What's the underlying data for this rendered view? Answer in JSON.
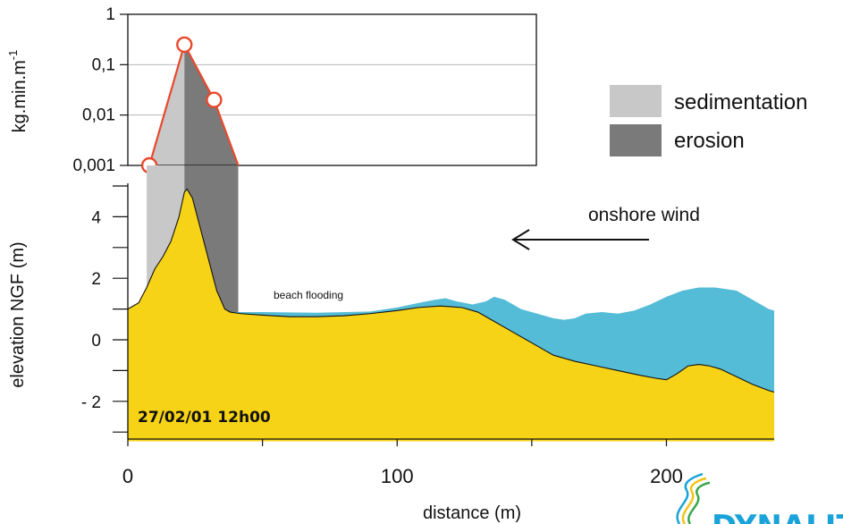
{
  "chart_data": [
    {
      "type": "line",
      "ylabel": "kg.min.m",
      "ylabel_superscript": "-1",
      "yscale": "log",
      "ylim": [
        0.001,
        1
      ],
      "yticks": [
        "0,001",
        "0,01",
        "0,1",
        "1"
      ],
      "series": [
        {
          "x": [
            8,
            21,
            32,
            41
          ],
          "y": [
            0.001,
            0.25,
            0.02,
            0.001
          ]
        }
      ],
      "markers_x": [
        8,
        21,
        32
      ],
      "colors": {
        "line": "#e8482c",
        "sedimentation": "#c8c8c8",
        "erosion": "#7a7a7a"
      }
    },
    {
      "type": "area",
      "xlabel": "distance (m)",
      "ylabel": "elevation NGF (m)",
      "xlim": [
        0,
        240
      ],
      "ylim": [
        -3.3,
        5
      ],
      "xticks": [
        "0",
        "100",
        "200"
      ],
      "yticks": [
        "- 2",
        "0",
        "2",
        "4"
      ],
      "legend": [
        "sedimentation",
        "erosion"
      ],
      "legend_position": "top-right",
      "annotations": {
        "wind": "onshore wind",
        "flooding": "beach flooding",
        "date": "27/02/01 12h00"
      },
      "bands": {
        "sedimentation": [
          7,
          21
        ],
        "erosion": [
          21,
          41
        ]
      },
      "series": [
        {
          "kind": "ground",
          "x": [
            0,
            4,
            7,
            10,
            13,
            16,
            19,
            21,
            22,
            24,
            27,
            30,
            33,
            36,
            38,
            42,
            50,
            60,
            70,
            80,
            90,
            100,
            108,
            116,
            124,
            130,
            136,
            142,
            150,
            158,
            166,
            174,
            182,
            190,
            196,
            200,
            204,
            208,
            212,
            216,
            220,
            226,
            232,
            238,
            240
          ],
          "y": [
            1.0,
            1.2,
            1.7,
            2.3,
            2.7,
            3.2,
            4.0,
            4.8,
            4.9,
            4.6,
            3.6,
            2.6,
            1.6,
            1.0,
            0.9,
            0.85,
            0.8,
            0.75,
            0.75,
            0.78,
            0.85,
            0.95,
            1.05,
            1.1,
            1.05,
            0.9,
            0.6,
            0.3,
            -0.1,
            -0.5,
            -0.7,
            -0.85,
            -1.0,
            -1.15,
            -1.25,
            -1.3,
            -1.1,
            -0.85,
            -0.8,
            -0.85,
            -0.95,
            -1.2,
            -1.45,
            -1.65,
            -1.7
          ],
          "color": "#f6d316"
        },
        {
          "kind": "water",
          "x": [
            36,
            50,
            70,
            90,
            100,
            108,
            114,
            118,
            122,
            128,
            133,
            136,
            140,
            146,
            152,
            158,
            162,
            166,
            170,
            176,
            182,
            188,
            194,
            200,
            206,
            212,
            218,
            226,
            232,
            238,
            240
          ],
          "y": [
            0.9,
            0.9,
            0.88,
            0.92,
            1.05,
            1.2,
            1.3,
            1.35,
            1.25,
            1.15,
            1.25,
            1.4,
            1.3,
            1.0,
            0.85,
            0.7,
            0.65,
            0.7,
            0.85,
            0.9,
            0.85,
            0.95,
            1.15,
            1.4,
            1.6,
            1.7,
            1.7,
            1.6,
            1.3,
            1.0,
            0.95
          ],
          "color": "#54bcd6"
        }
      ]
    }
  ]
}
